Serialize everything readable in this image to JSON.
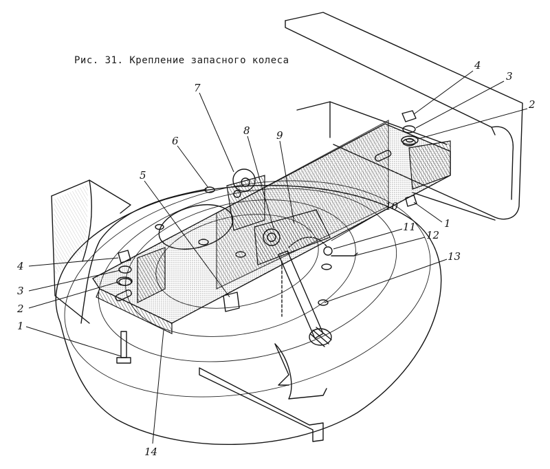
{
  "caption": "Рис. 31. Крепление запасного колеса",
  "callouts": [
    {
      "id": "c-4-top",
      "label": "4"
    },
    {
      "id": "c-3-top",
      "label": "3"
    },
    {
      "id": "c-2-top",
      "label": "2"
    },
    {
      "id": "c-1-right",
      "label": "1"
    },
    {
      "id": "c-7",
      "label": "7"
    },
    {
      "id": "c-8",
      "label": "8"
    },
    {
      "id": "c-9",
      "label": "9"
    },
    {
      "id": "c-6",
      "label": "6"
    },
    {
      "id": "c-5",
      "label": "5"
    },
    {
      "id": "c-10",
      "label": "10"
    },
    {
      "id": "c-11",
      "label": "11"
    },
    {
      "id": "c-12",
      "label": "12"
    },
    {
      "id": "c-13",
      "label": "13"
    },
    {
      "id": "c-4-left",
      "label": "4"
    },
    {
      "id": "c-3-left",
      "label": "3"
    },
    {
      "id": "c-2-left",
      "label": "2"
    },
    {
      "id": "c-1-left",
      "label": "1"
    },
    {
      "id": "c-14",
      "label": "14"
    }
  ]
}
